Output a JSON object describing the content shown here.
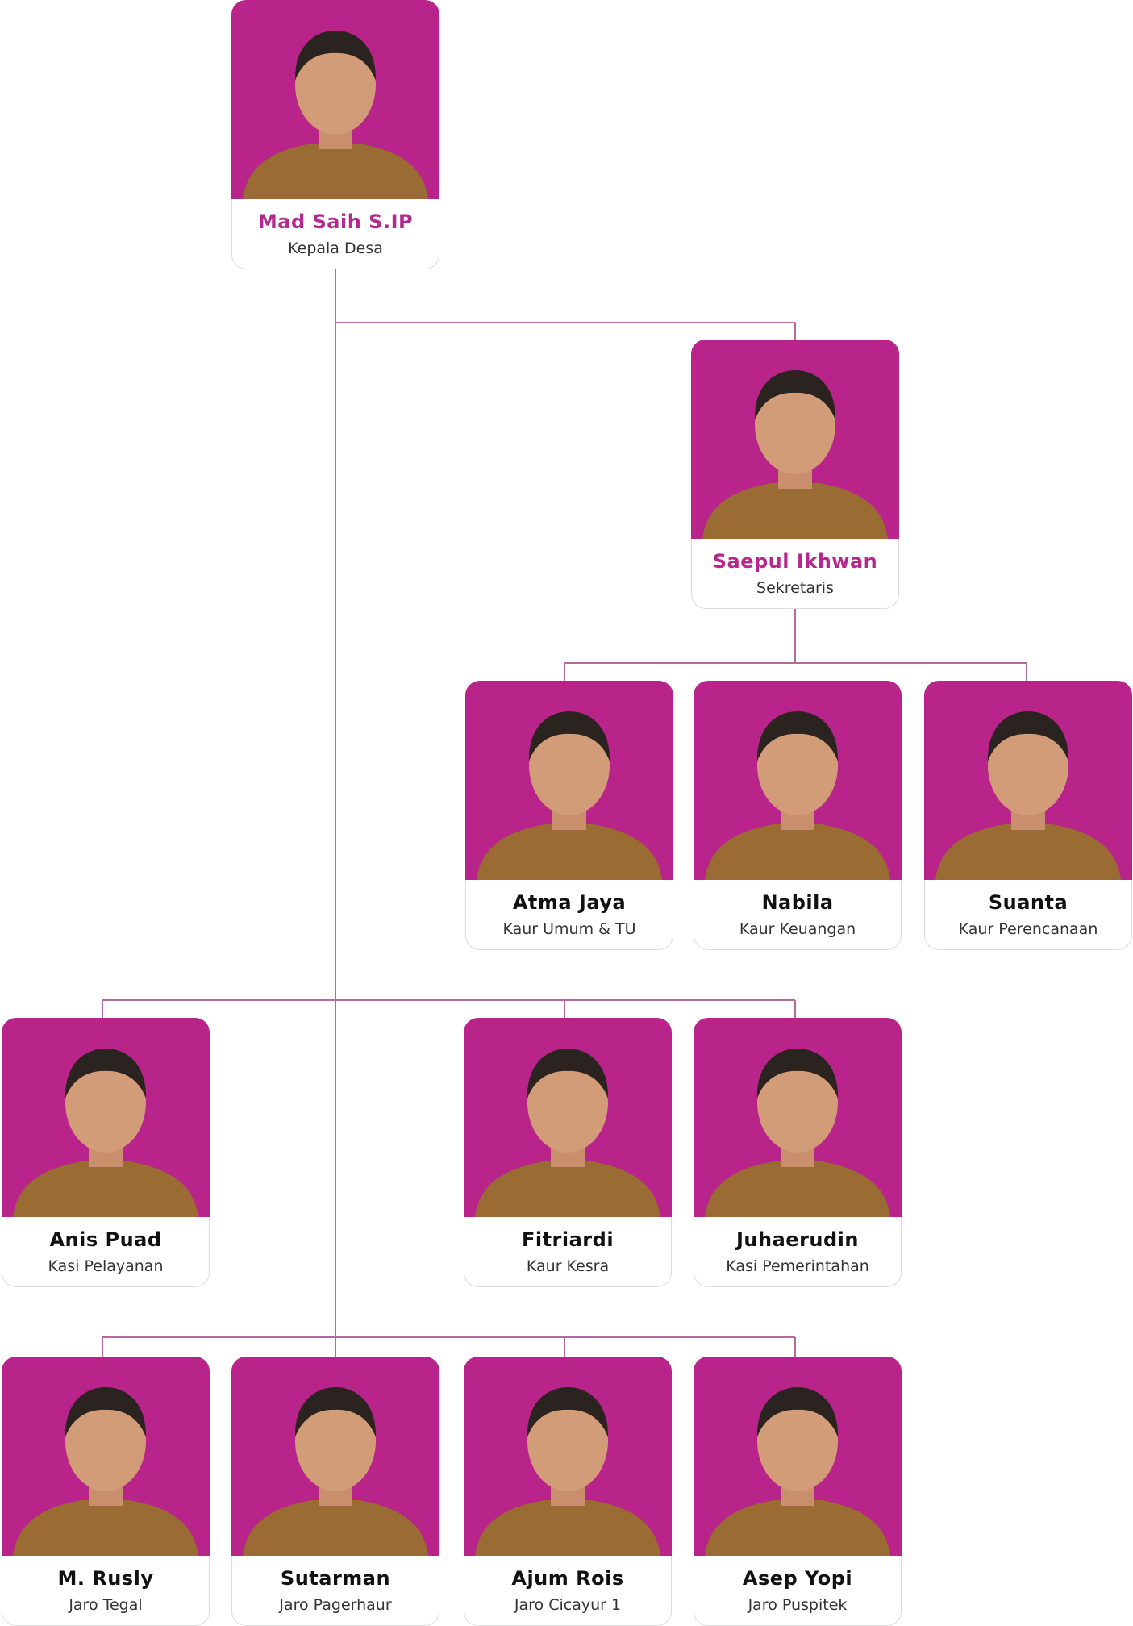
{
  "colors": {
    "accent": "#b5288f",
    "photo_background": "#b8248a",
    "connector": "#b56a9f",
    "uniform": "#9a6b33"
  },
  "members": [
    {
      "key": "kades",
      "name": "Mad Saih S.IP",
      "role": "Kepala Desa",
      "highlight": true
    },
    {
      "key": "sekdes",
      "name": "Saepul Ikhwan",
      "role": "Sekretaris",
      "highlight": true
    },
    {
      "key": "atma",
      "name": "Atma Jaya",
      "role": "Kaur Umum & TU",
      "highlight": false
    },
    {
      "key": "nabila",
      "name": "Nabila",
      "role": "Kaur Keuangan",
      "highlight": false
    },
    {
      "key": "suanta",
      "name": "Suanta",
      "role": "Kaur Perencanaan",
      "highlight": false
    },
    {
      "key": "anis",
      "name": "Anis Puad",
      "role": "Kasi Pelayanan",
      "highlight": false
    },
    {
      "key": "fitriardi",
      "name": "Fitriardi",
      "role": "Kaur Kesra",
      "highlight": false
    },
    {
      "key": "juhaerudin",
      "name": "Juhaerudin",
      "role": "Kasi Pemerintahan",
      "highlight": false
    },
    {
      "key": "rusly",
      "name": "M. Rusly",
      "role": "Jaro Tegal",
      "highlight": false
    },
    {
      "key": "sutarman",
      "name": "Sutarman",
      "role": "Jaro Pagerhaur",
      "highlight": false
    },
    {
      "key": "ajum",
      "name": "Ajum Rois",
      "role": "Jaro Cicayur 1",
      "highlight": false
    },
    {
      "key": "asep",
      "name": "Asep Yopi",
      "role": "Jaro Puspitek",
      "highlight": false
    }
  ]
}
